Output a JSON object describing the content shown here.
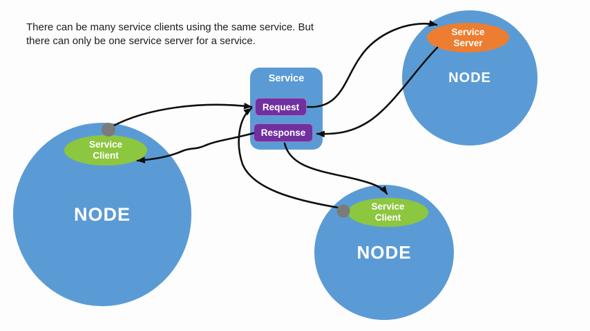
{
  "caption": {
    "line1": "There can be many service clients using the same service. But",
    "line2": "there can only be one service server for a service."
  },
  "service": {
    "title": "Service",
    "request_label": "Request",
    "response_label": "Response"
  },
  "nodes": {
    "left": {
      "label": "NODE",
      "badge_line1": "Service",
      "badge_line2": "Client"
    },
    "top_right": {
      "label": "NODE",
      "badge_line1": "Service",
      "badge_line2": "Server"
    },
    "bottom": {
      "label": "NODE",
      "badge_line1": "Service",
      "badge_line2": "Client"
    }
  },
  "colors": {
    "bg": "#fdfdfd",
    "text": "#1c1c1c",
    "node_fill": "#5b9bd5",
    "client_fill": "#8dc63f",
    "server_fill": "#ed7d31",
    "service_fill": "#5b9bd5",
    "button_fill": "#7030a0",
    "dot_fill": "#7b7b7b",
    "arrow": "#0e0e0e",
    "label": "#ffffff"
  }
}
